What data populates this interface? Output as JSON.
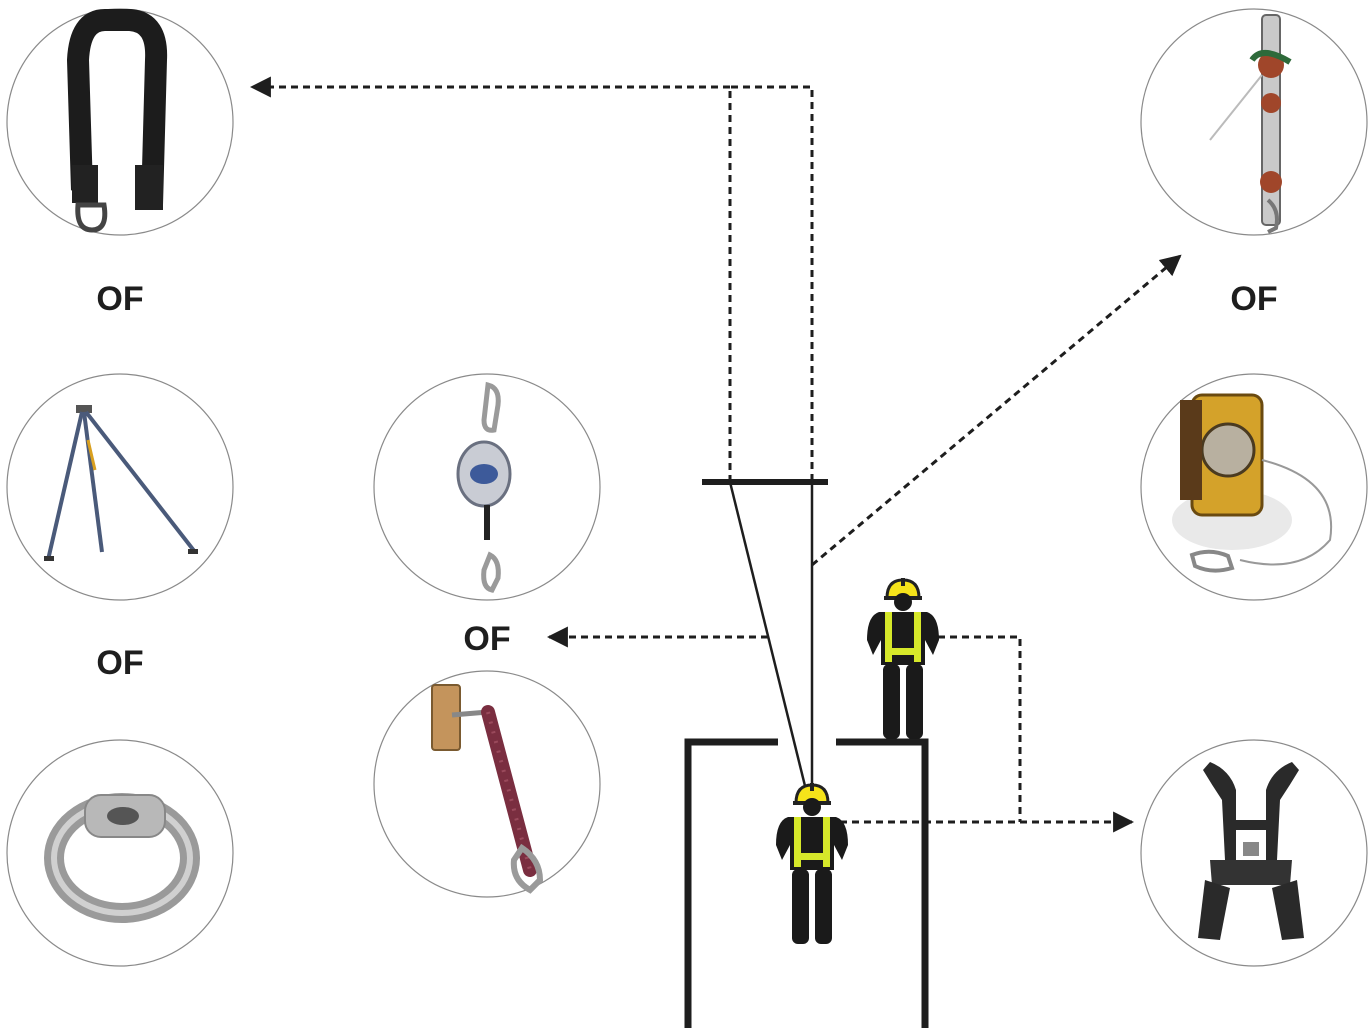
{
  "labels": {
    "or_top_left": "OF",
    "or_mid_left": "OF",
    "or_center": "OF",
    "or_top_right": "OF"
  },
  "equipment": [
    {
      "name": "anchor-sling-strap",
      "icon": "sling-strap-icon"
    },
    {
      "name": "tripod",
      "icon": "tripod-icon"
    },
    {
      "name": "anchor-ring",
      "icon": "anchor-ring-icon"
    },
    {
      "name": "self-retracting-lifeline",
      "icon": "retractable-lifeline-icon"
    },
    {
      "name": "energy-absorbing-lanyard",
      "icon": "lanyard-icon"
    },
    {
      "name": "rescue-pulley-system",
      "icon": "rescue-pulley-icon"
    },
    {
      "name": "retrieval-winch",
      "icon": "winch-icon"
    },
    {
      "name": "full-body-harness",
      "icon": "harness-icon"
    }
  ],
  "colors": {
    "line": "#1e1e1e",
    "helmet": "#f5e31a",
    "vest": "#d6e82a",
    "worker": "#1a1a1a",
    "circle_border": "#8a8a8a"
  }
}
